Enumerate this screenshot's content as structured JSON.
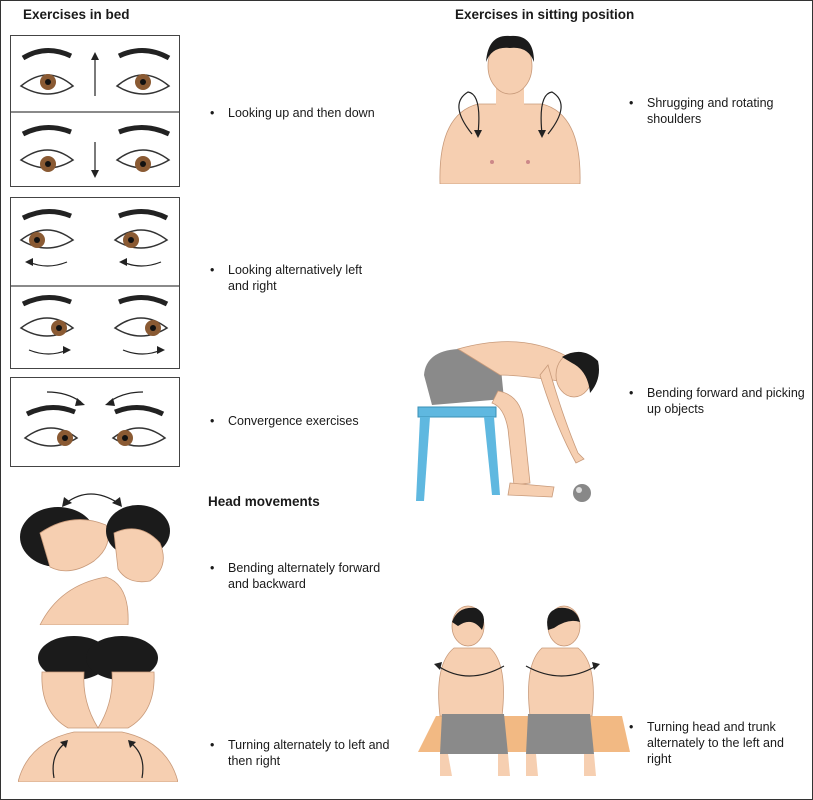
{
  "headings": {
    "bed": "Exercises in bed",
    "sitting": "Exercises in sitting position",
    "head": "Head movements"
  },
  "bed_exercises": [
    "Looking up and then down",
    "Looking alternatively left and right",
    "Convergence exercises"
  ],
  "head_exercises": [
    "Bending alternately forward and backward",
    "Turning alternately to left and then right"
  ],
  "sitting_exercises": [
    "Shrugging and rotating shoulders",
    "Bending forward and picking up objects",
    "Turning head and trunk alternately to the left and right"
  ],
  "bullet_symbol": "•",
  "colors": {
    "skin": "#f6cfb1",
    "hair": "#1b1b1b",
    "iris": "#8a5a33",
    "chair": "#5fb8e0",
    "shorts": "#8a8a8a",
    "mat": "#f2b983"
  }
}
